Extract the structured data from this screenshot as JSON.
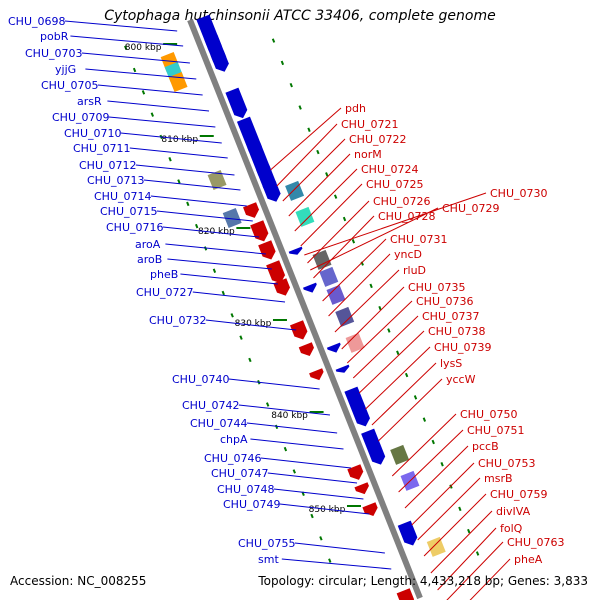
{
  "title": "Cytophaga hutchinsonii ATCC 33406, complete genome",
  "footer": {
    "accession": "Accession: NC_008255",
    "info": "Topology: circular; Length: 4,433,218 bp; Genes: 3,833"
  },
  "colors": {
    "forward": "#cc0000",
    "reverse": "#0000cc",
    "backbone": "#808080",
    "tick": "#007700"
  },
  "ticks": [
    "800 kbp",
    "810 kbp",
    "820 kbp",
    "830 kbp",
    "840 kbp",
    "850 kbp"
  ],
  "left_labels": [
    "CHU_0698",
    "pobR",
    "CHU_0703",
    "yjjG",
    "CHU_0705",
    "arsR",
    "CHU_0709",
    "CHU_0710",
    "CHU_0711",
    "CHU_0712",
    "CHU_0713",
    "CHU_0714",
    "CHU_0715",
    "CHU_0716",
    "aroA",
    "aroB",
    "pheB",
    "CHU_0727",
    "CHU_0732",
    "CHU_0740",
    "CHU_0742",
    "CHU_0744",
    "chpA",
    "CHU_0746",
    "CHU_0747",
    "CHU_0748",
    "CHU_0749",
    "CHU_0755",
    "smt"
  ],
  "right_labels": [
    "pdh",
    "CHU_0721",
    "CHU_0722",
    "norM",
    "CHU_0724",
    "CHU_0725",
    "CHU_0726",
    "CHU_0728",
    "CHU_0729",
    "CHU_0730",
    "CHU_0731",
    "yncD",
    "rluD",
    "CHU_0735",
    "CHU_0736",
    "CHU_0737",
    "CHU_0738",
    "CHU_0739",
    "lysS",
    "yccW",
    "CHU_0750",
    "CHU_0751",
    "pccB",
    "CHU_0753",
    "msrB",
    "CHU_0759",
    "divIVA",
    "folQ",
    "CHU_0763",
    "pheA"
  ]
}
